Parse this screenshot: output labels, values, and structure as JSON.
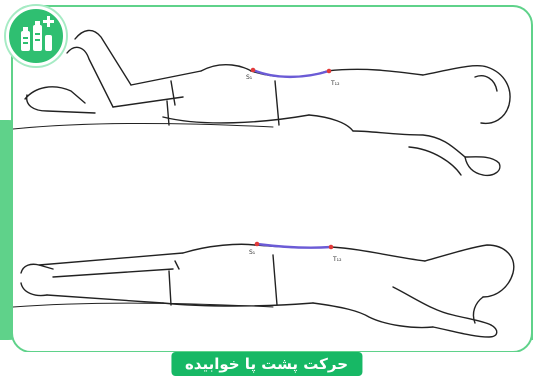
{
  "caption": "حرکت پشت پا خوابیده",
  "colors": {
    "accent": "#5fd28a",
    "caption_bg": "#17b865",
    "marker": "#e23a3a",
    "spine": "#6b5bd6"
  },
  "logo_icon": "medical-cross-bottles-icon",
  "figures": [
    {
      "name": "prone-back-arched",
      "markers": [
        "S₁",
        "T₁₂"
      ]
    },
    {
      "name": "prone-back-neutral",
      "markers": [
        "S₁",
        "T₁₂"
      ]
    }
  ]
}
